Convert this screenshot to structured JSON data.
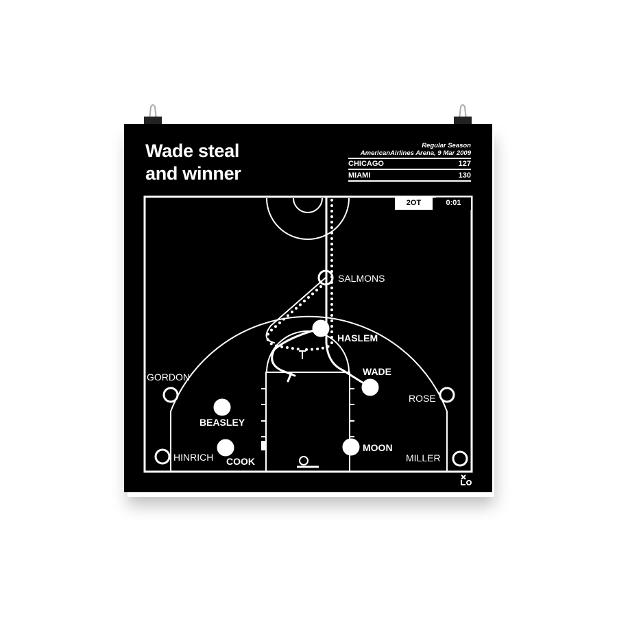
{
  "title_line1": "Wade steal",
  "title_line2": "and winner",
  "game_type": "Regular Season",
  "venue_date": "AmericanAirlines Arena, 9 Mar 2009",
  "teams": [
    {
      "name": "CHICAGO",
      "score": "127"
    },
    {
      "name": "MIAMI",
      "score": "130"
    }
  ],
  "period": "2OT",
  "clock": "0:01",
  "players": {
    "salmons": "SALMONS",
    "haslem": "HASLEM",
    "wade": "WADE",
    "gordon": "GORDON",
    "rose": "ROSE",
    "beasley": "BEASLEY",
    "hinrich": "HINRICH",
    "cook": "COOK",
    "moon": "MOON",
    "miller": "MILLER"
  },
  "colors": {
    "poster": "#000000",
    "lines": "#ffffff"
  }
}
